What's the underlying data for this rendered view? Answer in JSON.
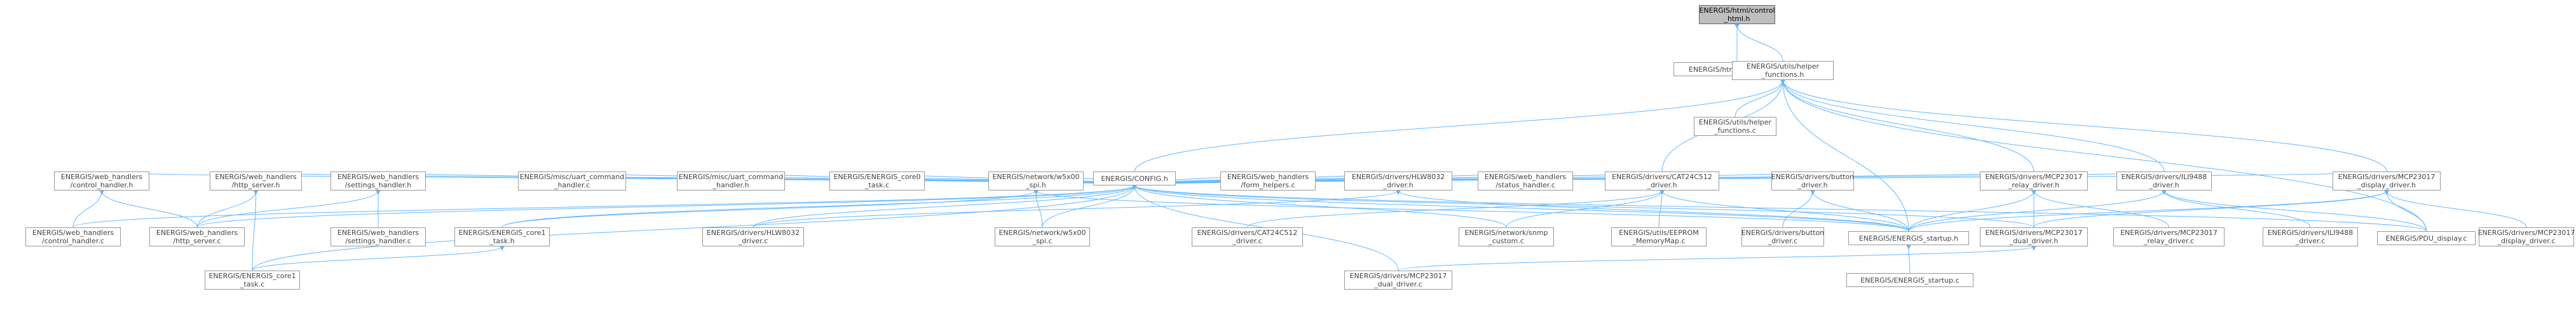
{
  "colors": {
    "edge": "#63B8FF",
    "node_border": "#999999",
    "root_fill": "#BFBFBF",
    "text": "#444444"
  },
  "root": {
    "id": "root",
    "label": "ENERGIS/html/control\n_html.h"
  },
  "nodes": [
    {
      "id": "root",
      "label": "ENERGIS/html/control\n_html.h"
    },
    {
      "id": "webpages",
      "label": "ENERGIS/html/web_pages.c"
    },
    {
      "id": "helperh",
      "label": "ENERGIS/utils/helper\n_functions.h"
    },
    {
      "id": "helperc",
      "label": "ENERGIS/utils/helper\n_functions.c"
    },
    {
      "id": "config",
      "label": "ENERGIS/CONFIG.h"
    },
    {
      "id": "ctrlh",
      "label": "ENERGIS/web_handlers\n/control_handler.h"
    },
    {
      "id": "httph",
      "label": "ENERGIS/web_handlers\n/http_server.h"
    },
    {
      "id": "setth",
      "label": "ENERGIS/web_handlers\n/settings_handler.h"
    },
    {
      "id": "uartc",
      "label": "ENERGIS/misc/uart_command\n_handler.c"
    },
    {
      "id": "uarth",
      "label": "ENERGIS/misc/uart_command\n_handler.h"
    },
    {
      "id": "core0",
      "label": "ENERGIS/ENERGIS_core0\n_task.c"
    },
    {
      "id": "w5spih",
      "label": "ENERGIS/network/w5x00\n_spi.h"
    },
    {
      "id": "formc",
      "label": "ENERGIS/web_handlers\n/form_helpers.c"
    },
    {
      "id": "hlwh",
      "label": "ENERGIS/drivers/HLW8032\n_driver.h"
    },
    {
      "id": "statc",
      "label": "ENERGIS/web_handlers\n/status_handler.c"
    },
    {
      "id": "cath",
      "label": "ENERGIS/drivers/CAT24C512\n_driver.h"
    },
    {
      "id": "btnh",
      "label": "ENERGIS/drivers/button\n_driver.h"
    },
    {
      "id": "relayh",
      "label": "ENERGIS/drivers/MCP23017\n_relay_driver.h"
    },
    {
      "id": "ilih",
      "label": "ENERGIS/drivers/ILI9488\n_driver.h"
    },
    {
      "id": "disph",
      "label": "ENERGIS/drivers/MCP23017\n_display_driver.h"
    },
    {
      "id": "ctrlc",
      "label": "ENERGIS/web_handlers\n/control_handler.c"
    },
    {
      "id": "httpc",
      "label": "ENERGIS/web_handlers\n/http_server.c"
    },
    {
      "id": "settc",
      "label": "ENERGIS/web_handlers\n/settings_handler.c"
    },
    {
      "id": "core1h",
      "label": "ENERGIS/ENERGIS_core1\n_task.h"
    },
    {
      "id": "hlwc",
      "label": "ENERGIS/drivers/HLW8032\n_driver.c"
    },
    {
      "id": "w5spic",
      "label": "ENERGIS/network/w5x00\n_spi.c"
    },
    {
      "id": "catc",
      "label": "ENERGIS/drivers/CAT24C512\n_driver.c"
    },
    {
      "id": "snmpc",
      "label": "ENERGIS/network/snmp\n_custom.c"
    },
    {
      "id": "eeprom",
      "label": "ENERGIS/utils/EEPROM\n_MemoryMap.c"
    },
    {
      "id": "btnc",
      "label": "ENERGIS/drivers/button\n_driver.c"
    },
    {
      "id": "startuph",
      "label": "ENERGIS/ENERGIS_startup.h"
    },
    {
      "id": "dualh",
      "label": "ENERGIS/drivers/MCP23017\n_dual_driver.h"
    },
    {
      "id": "relayc",
      "label": "ENERGIS/drivers/MCP23017\n_relay_driver.c"
    },
    {
      "id": "ilic",
      "label": "ENERGIS/drivers/ILI9488\n_driver.c"
    },
    {
      "id": "pdudisp",
      "label": "ENERGIS/PDU_display.c"
    },
    {
      "id": "dispc",
      "label": "ENERGIS/drivers/MCP23017\n_display_driver.c"
    },
    {
      "id": "core1c",
      "label": "ENERGIS/ENERGIS_core1\n_task.c"
    },
    {
      "id": "dualc",
      "label": "ENERGIS/drivers/MCP23017\n_dual_driver.c"
    },
    {
      "id": "startupc",
      "label": "ENERGIS/ENERGIS_startup.c"
    }
  ],
  "edges": [
    [
      "webpages",
      "root"
    ],
    [
      "helperh",
      "root"
    ],
    [
      "helperc",
      "helperh"
    ],
    [
      "config",
      "helperh"
    ],
    [
      "cath",
      "helperh"
    ],
    [
      "relayh",
      "helperh"
    ],
    [
      "ilih",
      "helperh"
    ],
    [
      "disph",
      "helperh"
    ],
    [
      "startuph",
      "helperh"
    ],
    [
      "pdudisp",
      "helperh"
    ],
    [
      "ctrlh",
      "config"
    ],
    [
      "httph",
      "config"
    ],
    [
      "setth",
      "config"
    ],
    [
      "uartc",
      "config"
    ],
    [
      "uarth",
      "config"
    ],
    [
      "core0",
      "config"
    ],
    [
      "w5spih",
      "config"
    ],
    [
      "formc",
      "config"
    ],
    [
      "hlwh",
      "config"
    ],
    [
      "statc",
      "config"
    ],
    [
      "cath",
      "config"
    ],
    [
      "btnh",
      "config"
    ],
    [
      "relayh",
      "config"
    ],
    [
      "ilih",
      "config"
    ],
    [
      "disph",
      "config"
    ],
    [
      "core1h",
      "config"
    ],
    [
      "startuph",
      "config"
    ],
    [
      "dualh",
      "config"
    ],
    [
      "ctrlc",
      "config"
    ],
    [
      "httpc",
      "config"
    ],
    [
      "core1c",
      "config"
    ],
    [
      "snmpc",
      "config"
    ],
    [
      "pdudisp",
      "config"
    ],
    [
      "dualc",
      "config"
    ],
    [
      "hlwc",
      "config"
    ],
    [
      "w5spic",
      "config"
    ],
    [
      "ctrlc",
      "ctrlh"
    ],
    [
      "httpc",
      "ctrlh"
    ],
    [
      "httpc",
      "httph"
    ],
    [
      "core1c",
      "httph"
    ],
    [
      "httpc",
      "setth"
    ],
    [
      "settc",
      "setth"
    ],
    [
      "core1h",
      "w5spih"
    ],
    [
      "w5spic",
      "w5spih"
    ],
    [
      "startuph",
      "w5spih"
    ],
    [
      "hlwc",
      "hlwh"
    ],
    [
      "startuph",
      "hlwh"
    ],
    [
      "catc",
      "cath"
    ],
    [
      "snmpc",
      "cath"
    ],
    [
      "eeprom",
      "cath"
    ],
    [
      "startuph",
      "cath"
    ],
    [
      "btnc",
      "btnh"
    ],
    [
      "startuph",
      "btnh"
    ],
    [
      "startuph",
      "relayh"
    ],
    [
      "relayc",
      "relayh"
    ],
    [
      "dualh",
      "relayh"
    ],
    [
      "startuph",
      "ilih"
    ],
    [
      "ilic",
      "ilih"
    ],
    [
      "pdudisp",
      "ilih"
    ],
    [
      "startuph",
      "disph"
    ],
    [
      "dispc",
      "disph"
    ],
    [
      "pdudisp",
      "disph"
    ],
    [
      "dualh",
      "disph"
    ],
    [
      "core1c",
      "core1h"
    ],
    [
      "dualc",
      "dualh"
    ],
    [
      "startupc",
      "startuph"
    ]
  ]
}
